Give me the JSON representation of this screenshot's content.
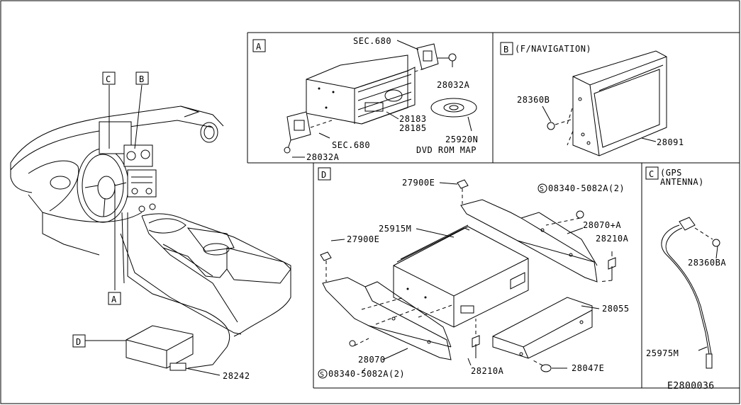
{
  "figure_id": "E2800036",
  "sections": {
    "A": {
      "tag": "A"
    },
    "B": {
      "tag": "B",
      "title": "(F/NAVIGATION)"
    },
    "C": {
      "tag": "C",
      "title_line1": "(GPS",
      "title_line2": "ANTENNA)"
    },
    "D": {
      "tag": "D"
    }
  },
  "overview_tags": {
    "A": "A",
    "B": "B",
    "C": "C",
    "D": "D"
  },
  "parts": {
    "sec680_top": "SEC.680",
    "sec680_bottom": "SEC.680",
    "p28032A_top": "28032A",
    "p28032A_bottom": "28032A",
    "p28183": "28183",
    "p28185": "28185",
    "p25920N": "25920N",
    "dvd_rom_map": "DVD ROM MAP",
    "p28360B": "28360B",
    "p28091": "28091",
    "p27900E_top": "27900E",
    "p27900E_left": "27900E",
    "p08340_top": "08340-5082A(2)",
    "p08340_bottom": "08340-5082A(2)",
    "s_mark": "S",
    "p25915M": "25915M",
    "p28070A": "28070+A",
    "p28210A_right": "28210A",
    "p28210A_bottom": "28210A",
    "p28055": "28055",
    "p28070": "28070",
    "p28047E": "28047E",
    "p28242": "28242",
    "p28360BA": "28360BA",
    "p25975M": "25975M"
  }
}
